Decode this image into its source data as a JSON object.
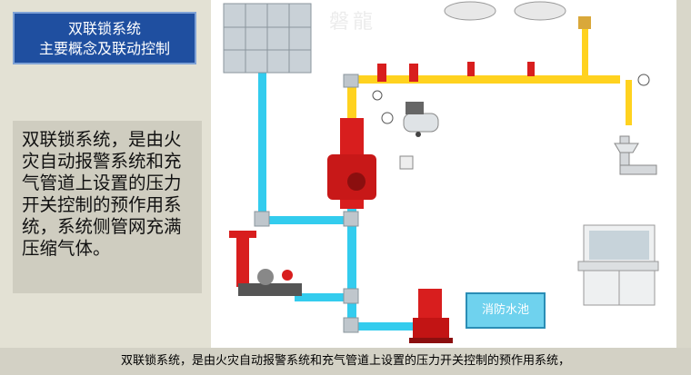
{
  "slide": {
    "title_line1": "双联锁系统",
    "title_line2": "主要概念及联动控制",
    "description": "双联锁系统，是由火灾自动报警系统和充气管道上设置的压力开关控制的预作用系统，系统侧管网充满压缩气体。",
    "subtitle": "双联锁系统，是由火灾自动报警系统和充气管道上设置的压力开关控制的预作用系统，",
    "watermark": "磐龍"
  },
  "diagram": {
    "pool_label": "消防水池",
    "colors": {
      "water_pipe": "#33ccee",
      "air_pipe": "#ffd21f",
      "valve_red": "#d81e1e",
      "title_bg": "#1f4fa0",
      "pool_bg": "#6fd2ee"
    },
    "icons": [
      "water-tank-icon",
      "smoke-detector-icon",
      "sprinkler-icon",
      "air-compressor-icon",
      "deluge-valve-icon",
      "fire-pump-icon",
      "control-cabinet-icon",
      "pressure-gauge-icon",
      "test-drain-icon",
      "pipe-elbow-icon"
    ]
  }
}
